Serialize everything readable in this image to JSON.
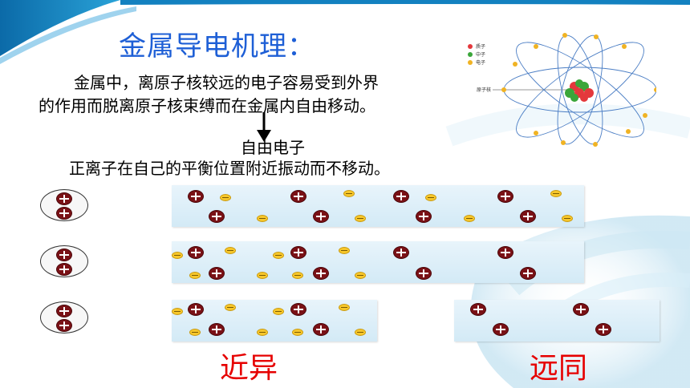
{
  "title": "金属导电机理：",
  "para": {
    "line1": "金属中，离原子核较远的电子容易受到外界",
    "line2": "的作用而脱离原子核束缚而在金属内自由移动。",
    "free_electron": "自由电子",
    "line3": "正离子在自己的平衡位置附近振动而不移动。"
  },
  "atom_diagram": {
    "legend": [
      "质子",
      "中子",
      "电子"
    ],
    "nucleus_label": "原子核",
    "colors": {
      "proton": "#e4383c",
      "neutron": "#3aa63a",
      "electron": "#f0b323"
    }
  },
  "labels": {
    "near": "近异",
    "far": "远同"
  },
  "colors": {
    "title": "#1e5fd6",
    "ion": "#7a1116",
    "electron": "#f7c72b",
    "emphasis": "#e60000"
  }
}
